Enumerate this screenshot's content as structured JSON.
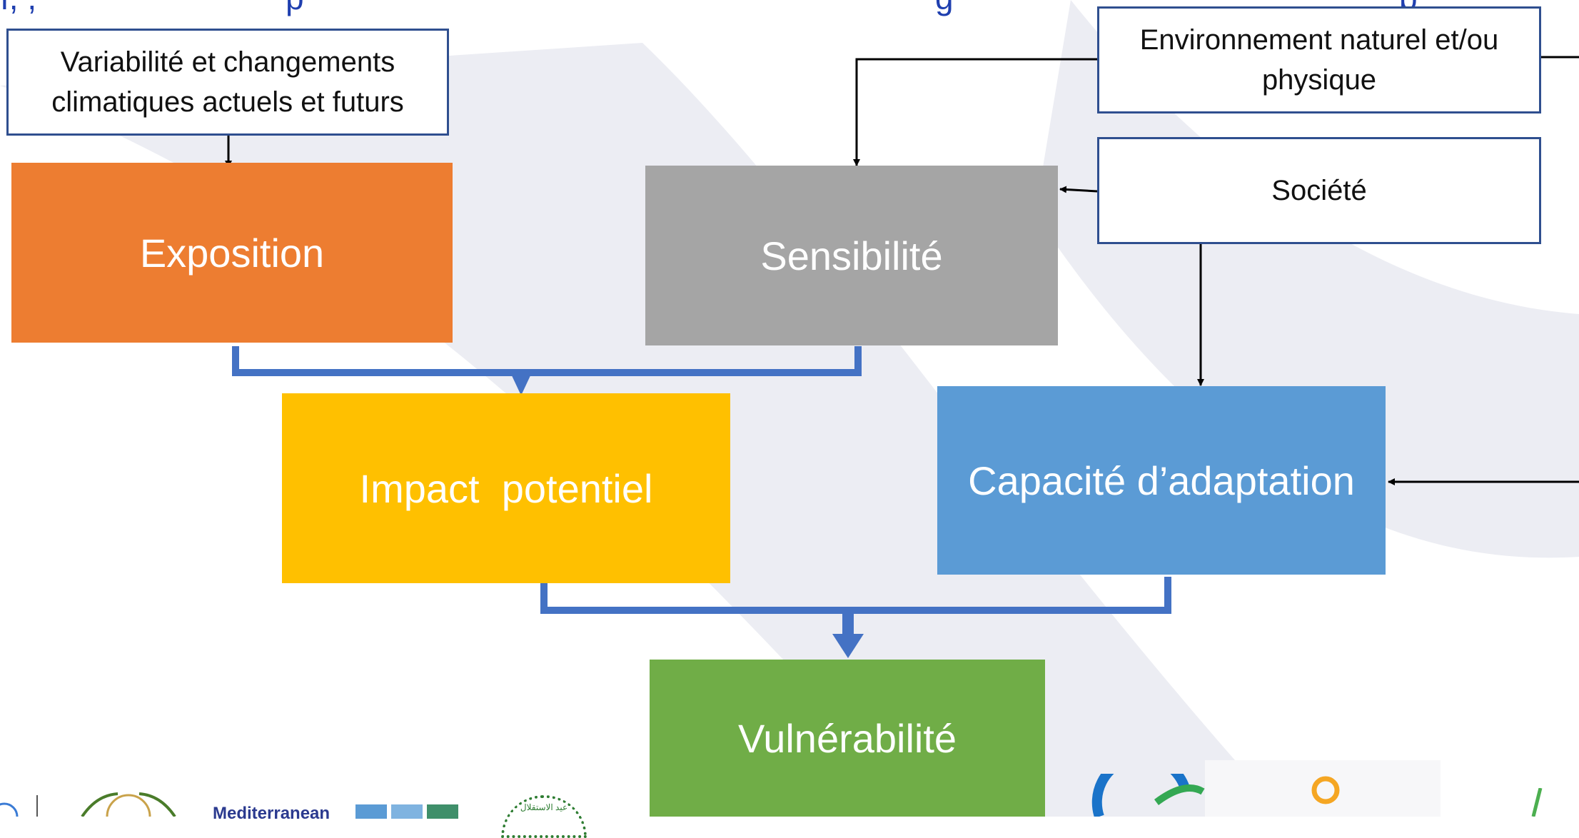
{
  "header": {
    "fragment_left": "ı, , ",
    "fragment_p": "p",
    "fragment_g": "g",
    "fragment_p2": "p"
  },
  "diagram": {
    "inputs": {
      "climate": "Variabilité et changements climatiques actuels et futurs",
      "environment": "Environnement naturel et/ou physique",
      "society": "Société"
    },
    "nodes": {
      "exposition": "Exposition",
      "sensibilite": "Sensibilité",
      "impact": "Impact  potentiel",
      "capacite": "Capacité d’adaptation",
      "vulnerabilite": "Vulnérabilité"
    }
  },
  "logos": {
    "partner_text": "Mediterranean",
    "arabic_seal_text": "عيد الاستقلال"
  },
  "colors": {
    "exposition": "#ED7D31",
    "sensibilite": "#A5A5A5",
    "impact": "#FFC000",
    "capacite": "#5B9BD5",
    "vulnerabilite": "#70AD47",
    "connector": "#4472C4",
    "outline": "#2F4F8F",
    "title": "#1F3FAF"
  }
}
